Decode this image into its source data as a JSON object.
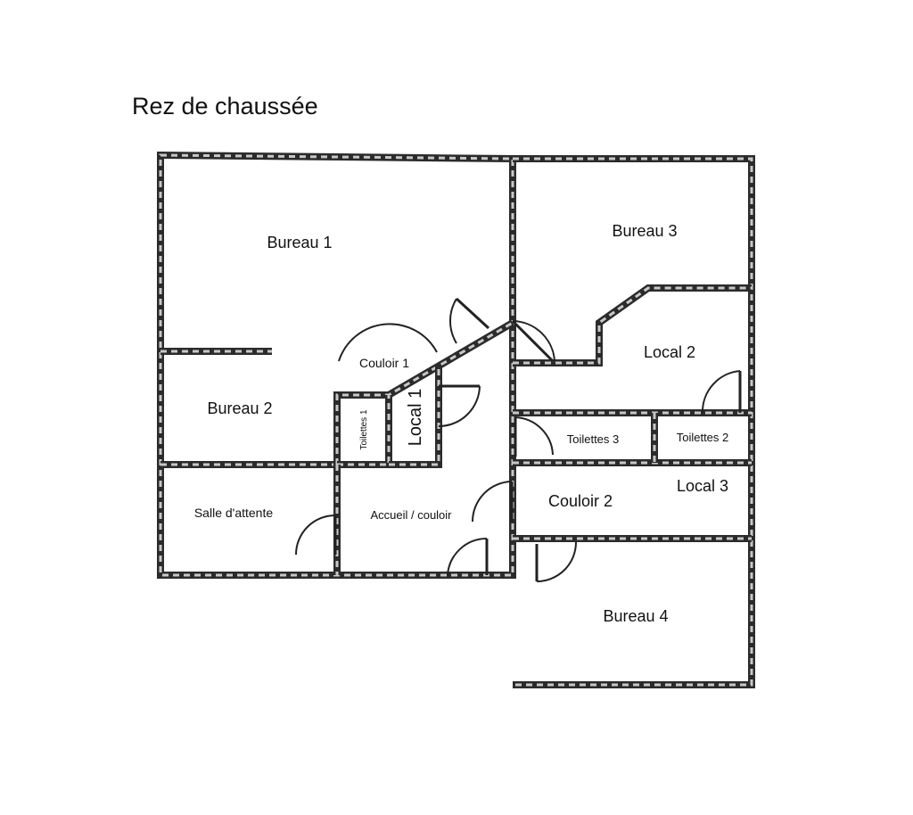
{
  "title": "Rez de chaussée",
  "rooms": {
    "bureau1": "Bureau 1",
    "bureau2": "Bureau 2",
    "bureau3": "Bureau 3",
    "bureau4": "Bureau 4",
    "couloir1": "Couloir 1",
    "couloir2": "Couloir 2",
    "local1": "Local 1",
    "local2": "Local 2",
    "local3": "Local 3",
    "toilettes1": "Toilettes 1",
    "toilettes2": "Toilettes 2",
    "toilettes3": "Toilettes 3",
    "salle_attente": "Salle d'attente",
    "accueil": "Accueil / couloir"
  }
}
